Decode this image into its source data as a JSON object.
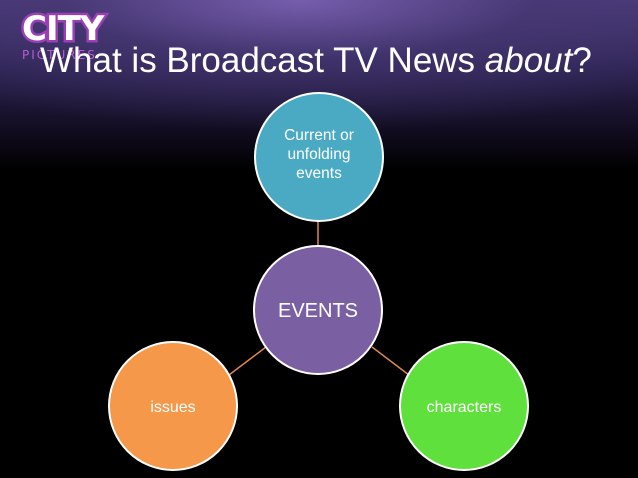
{
  "logo": {
    "main": "CITY",
    "sub": "PICTURES"
  },
  "title": {
    "text": "What is Broadcast TV News ",
    "emphasis": "about",
    "suffix": "?"
  },
  "diagram": {
    "center": {
      "label": "EVENTS",
      "color": "#7b5fa3"
    },
    "satellites": [
      {
        "lines": [
          "Current or",
          "unfolding",
          "events"
        ],
        "color": "#4aaac3"
      },
      {
        "lines": [
          "issues"
        ],
        "color": "#f5984a"
      },
      {
        "lines": [
          "characters"
        ],
        "color": "#5fe03d"
      }
    ],
    "connector_color": "#e0894a"
  }
}
